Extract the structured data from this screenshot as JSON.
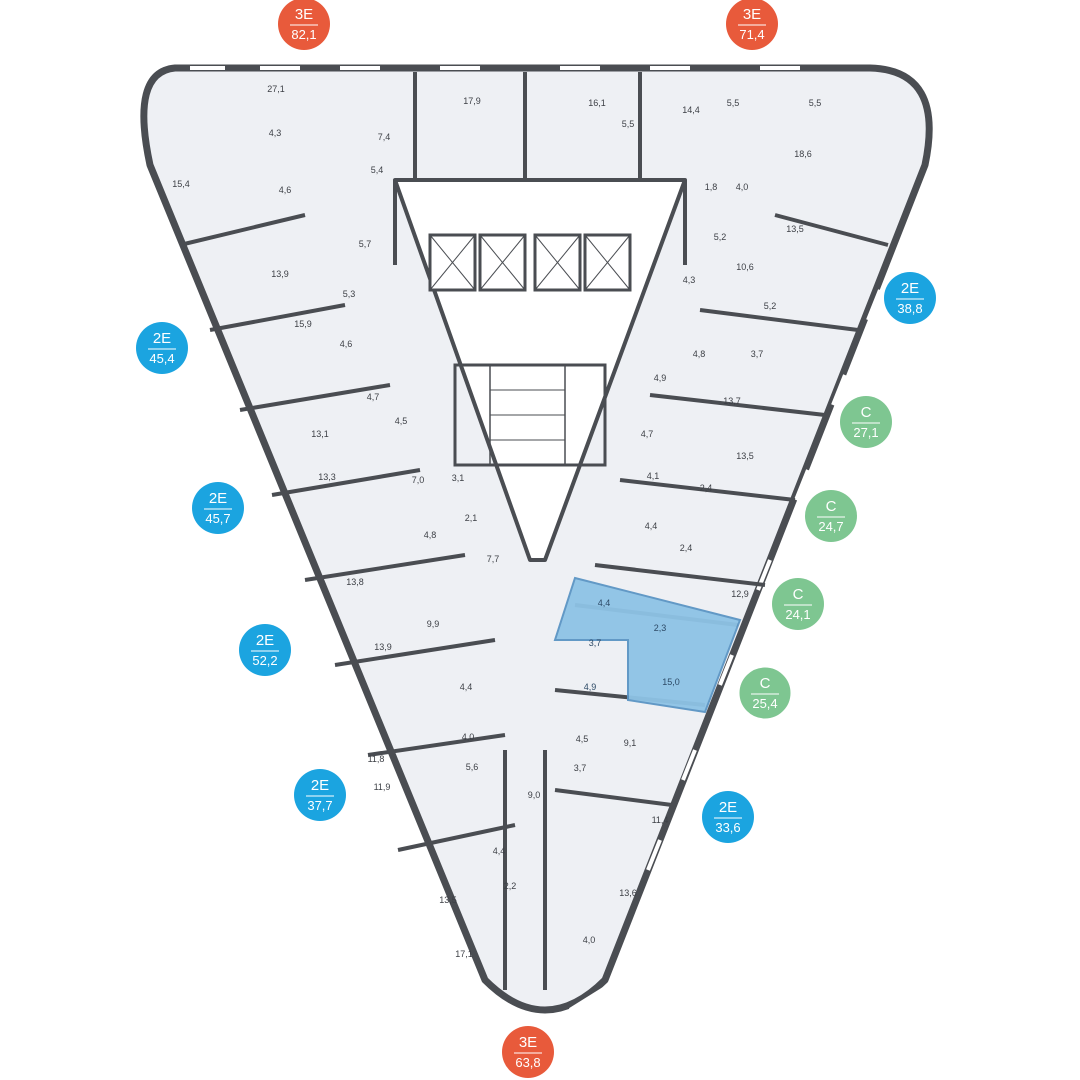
{
  "colors": {
    "badge_3e": "#e85a3b",
    "badge_2e": "#1ba4e0",
    "badge_c": "#7ec691",
    "selected_apartment": "#8ec3e6",
    "floor": "#eef0f4",
    "wall": "#4a4d52",
    "window": "#ffffff"
  },
  "apartments": [
    {
      "type": "3E",
      "area": "82,1",
      "color": "badge_3e"
    },
    {
      "type": "3E",
      "area": "71,4",
      "color": "badge_3e"
    },
    {
      "type": "2E",
      "area": "38,8",
      "color": "badge_2e"
    },
    {
      "type": "2E",
      "area": "45,4",
      "color": "badge_2e"
    },
    {
      "type": "C",
      "area": "27,1",
      "color": "badge_c"
    },
    {
      "type": "2E",
      "area": "45,7",
      "color": "badge_2e"
    },
    {
      "type": "C",
      "area": "24,7",
      "color": "badge_c"
    },
    {
      "type": "C",
      "area": "24,1",
      "color": "badge_c"
    },
    {
      "type": "2E",
      "area": "52,2",
      "color": "badge_2e"
    },
    {
      "type": "C",
      "area": "25,4",
      "color": "badge_c",
      "selected": true
    },
    {
      "type": "2E",
      "area": "37,7",
      "color": "badge_2e"
    },
    {
      "type": "2E",
      "area": "33,6",
      "color": "badge_2e"
    },
    {
      "type": "3E",
      "area": "63,8",
      "color": "badge_3e"
    }
  ],
  "room_labels": [
    "27,1",
    "4,3",
    "7,4",
    "17,9",
    "16,1",
    "14,4",
    "5,5",
    "5,5",
    "18,6",
    "5,4",
    "4,6",
    "15,4",
    "5,7",
    "5,5",
    "1,8",
    "4,0",
    "5,2",
    "13,5",
    "10,6",
    "13,9",
    "5,3",
    "15,9",
    "4,6",
    "4,3",
    "5,2",
    "4,8",
    "3,7",
    "4,7",
    "4,5",
    "13,1",
    "4,9",
    "13,7",
    "13,3",
    "7,0",
    "3,1",
    "4,7",
    "13,5",
    "4,1",
    "2,4",
    "2,1",
    "4,8",
    "4,4",
    "2,4",
    "7,7",
    "13,8",
    "12,9",
    "4,4",
    "2,3",
    "9,9",
    "3,7",
    "13,9",
    "4,4",
    "15,0",
    "4,9",
    "4,0",
    "4,5",
    "9,1",
    "11,8",
    "5,6",
    "3,7",
    "11,9",
    "9,0",
    "11,4",
    "4,4",
    "2,2",
    "13,5",
    "13,6",
    "17,1",
    "4,0"
  ]
}
